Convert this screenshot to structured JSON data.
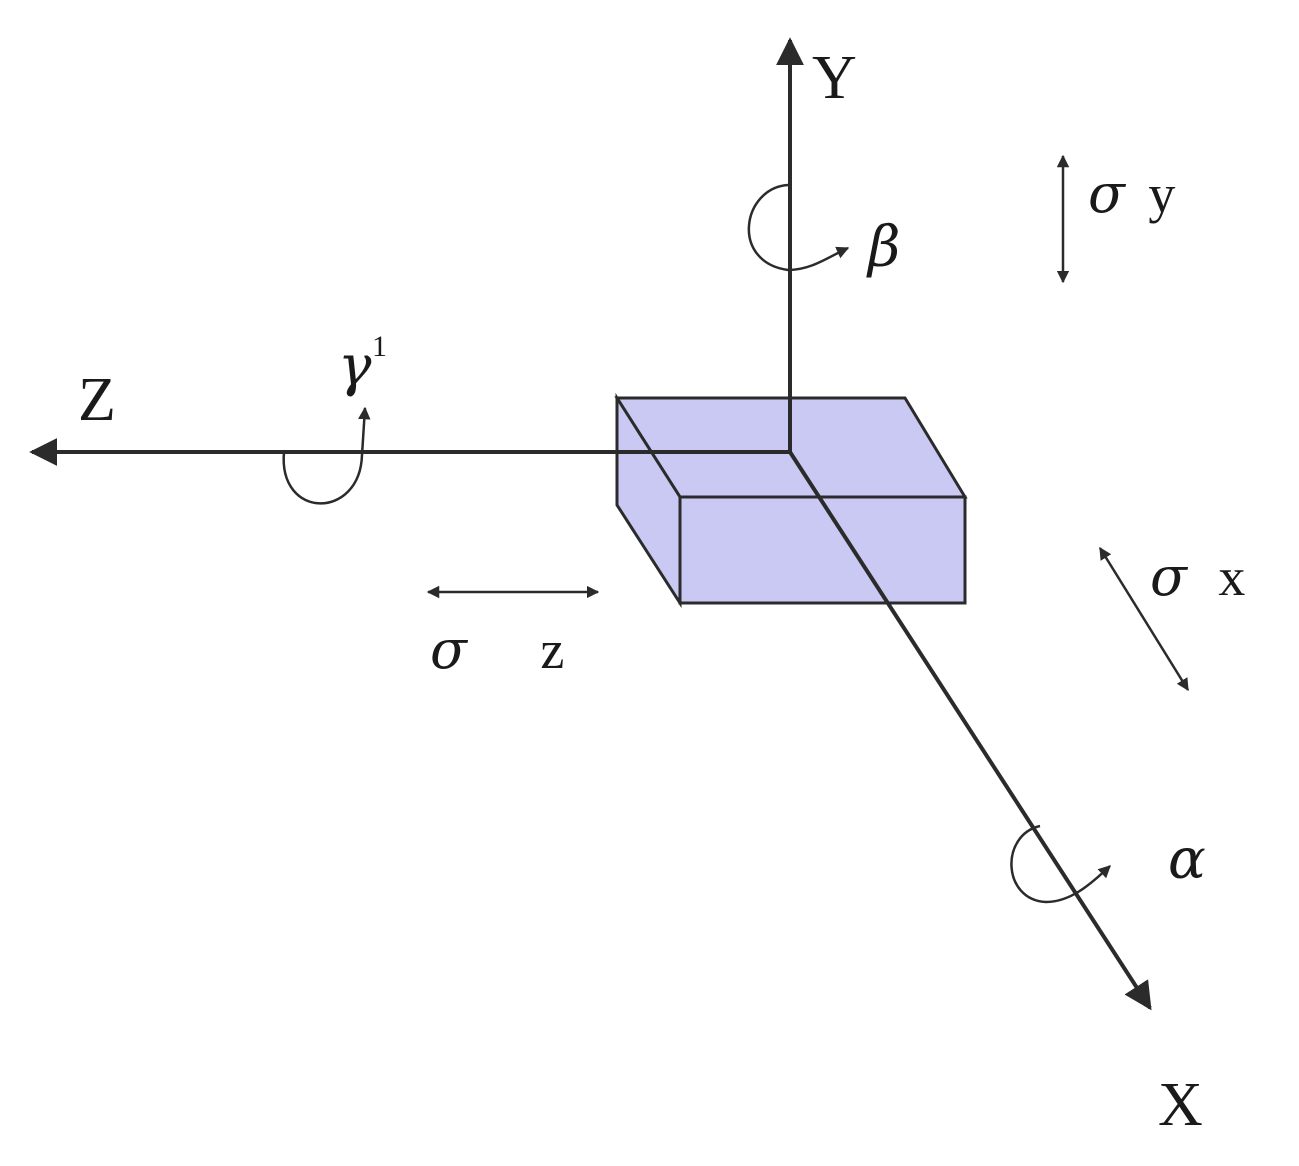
{
  "axes": {
    "x_label": "X",
    "y_label": "Y",
    "z_label": "Z"
  },
  "rotations": {
    "alpha": "α",
    "beta": "β",
    "gamma": "γ",
    "gamma_superscript": "1"
  },
  "stresses": {
    "sigma_symbol": "σ",
    "x_suffix": "x",
    "y_suffix": "y",
    "z_suffix": "z"
  },
  "colors": {
    "box_fill": "#c9c9f4",
    "box_stroke": "#2b2b2b",
    "line": "#2b2b2b"
  }
}
